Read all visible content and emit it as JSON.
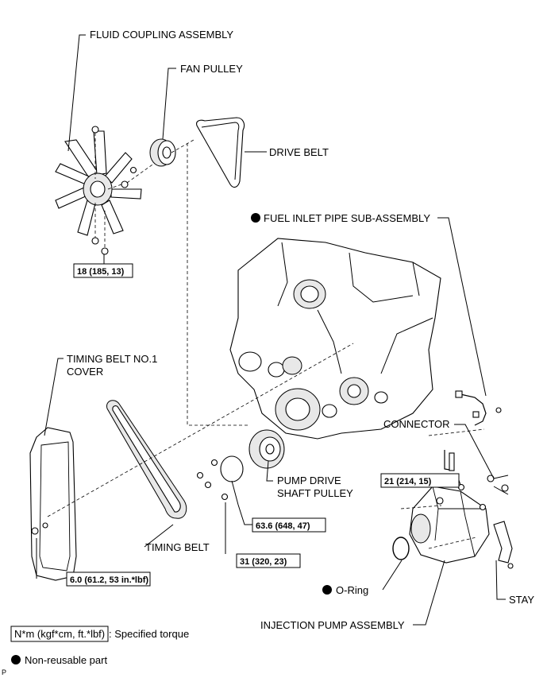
{
  "labels": {
    "fluid_coupling": "FLUID COUPLING ASSEMBLY",
    "fan_pulley": "FAN PULLEY",
    "drive_belt": "DRIVE BELT",
    "fuel_inlet_pipe": "FUEL INLET PIPE SUB-ASSEMBLY",
    "timing_cover_line1": "TIMING BELT NO.1",
    "timing_cover_line2": "COVER",
    "connector": "CONNECTOR",
    "pump_pulley_line1": "PUMP DRIVE",
    "pump_pulley_line2": "SHAFT PULLEY",
    "timing_belt": "TIMING BELT",
    "o_ring": "O-Ring",
    "stay": "STAY",
    "injection_pump": "INJECTION PUMP ASSEMBLY"
  },
  "torques": {
    "t1": "18 (185, 13)",
    "t2": "21 (214, 15)",
    "t3": "63.6 (648, 47)",
    "t4": "31 (320, 23)",
    "t5": "6.0 (61.2, 53 in.*lbf)"
  },
  "legend": {
    "torque_box": "N*m (kgf*cm, ft.*lbf)",
    "torque_text": ": Specified torque",
    "nonreusable_text": "Non-reusable part",
    "page_mark": "P"
  }
}
